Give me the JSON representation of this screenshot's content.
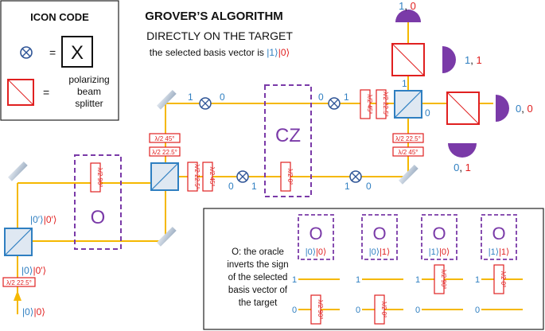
{
  "title": "GROVER’S ALGORITHM",
  "subtitle": "DIRECTLY ON THE TARGET",
  "selected_vector": {
    "prefix": "the selected basis vector is",
    "k1": "|1⟩",
    "k2": "|0⟩"
  },
  "legend": {
    "title": "ICON CODE",
    "equals": "=",
    "x_symbol": "X",
    "pbs_label": "polarizing beam splitter"
  },
  "main": {
    "oracle_label": "O",
    "cz_label": "CZ",
    "input_k1": "|0⟩",
    "input_k2": "|0⟩",
    "after_pbs_k1": "|0⟩",
    "after_pbs_k2": "|0′⟩",
    "up_k1": "|0′⟩",
    "up_k2": "|0′⟩",
    "waveplates": {
      "hwp_225": "λ/2 22.5°",
      "hwp_45": "λ/2 45°",
      "hwp_90": "λ/2 90°",
      "hwp_0": "λ/2 0°"
    },
    "path_labels": {
      "one": "1",
      "zero": "0"
    },
    "detector_labels": {
      "top_a": "1",
      "top_b": "0",
      "right1_a": "1",
      "right1_b": "1",
      "right2_a": "0",
      "right2_b": "0",
      "bottom_a": "0",
      "bottom_b": "1"
    }
  },
  "oracle_panel": {
    "description": "O: the oracle inverts the sign of the selected basis vector of the target",
    "cases": [
      {
        "label": "O",
        "k1": "|0⟩",
        "k2": "|0⟩",
        "top_plate": "",
        "bottom_plate": "λ/2 90°"
      },
      {
        "label": "O",
        "k1": "|0⟩",
        "k2": "|1⟩",
        "top_plate": "",
        "bottom_plate": "λ/2 0°"
      },
      {
        "label": "O",
        "k1": "|1⟩",
        "k2": "|0⟩",
        "top_plate": "λ/2 90°",
        "bottom_plate": ""
      },
      {
        "label": "O",
        "k1": "|1⟩",
        "k2": "|1⟩",
        "top_plate": "λ/2 0°",
        "bottom_plate": ""
      }
    ],
    "line_one": "1",
    "line_zero": "0"
  },
  "colors": {
    "beam": "#f5b800",
    "blue": "#2f7fc1",
    "red": "#e02020",
    "purple": "#7a3aa8",
    "mirror": "#b8c4d4"
  }
}
